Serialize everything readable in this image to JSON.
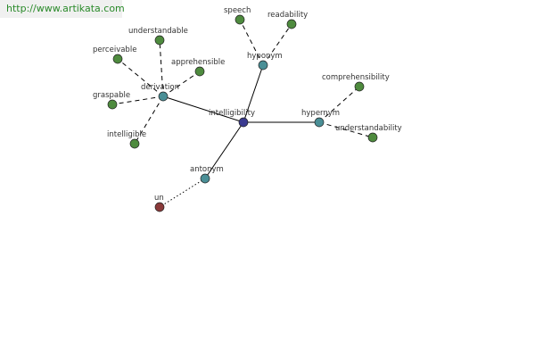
{
  "watermark": "http://www.artikata.com",
  "colors": {
    "center": "#3a3a90",
    "relation": "#4a8f96",
    "word": "#4e8b3e",
    "affix": "#8a3a3a"
  },
  "nodes": {
    "intelligibility": "intelligibility",
    "hyponym": "hyponym",
    "speech": "speech",
    "readability": "readability",
    "derivation": "derivation",
    "understandable": "understandable",
    "perceivable": "perceivable",
    "apprehensible": "apprehensible",
    "graspable": "graspable",
    "intelligible": "intelligible",
    "hypernym": "hypernym",
    "comprehensibility": "comprehensibility",
    "understandability": "understandability",
    "antonym": "antonym",
    "un": "un"
  }
}
